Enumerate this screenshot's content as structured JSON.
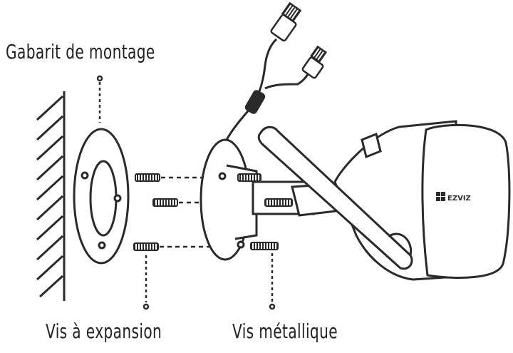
{
  "labels": {
    "mounting_template": "Gabarit de montage",
    "expansion_screw": "Vis à expansion",
    "metal_screw": "Vis métallique"
  },
  "brand_text": "EZVIZ",
  "colors": {
    "ink": "#2a2a2a",
    "background": "#ffffff"
  }
}
